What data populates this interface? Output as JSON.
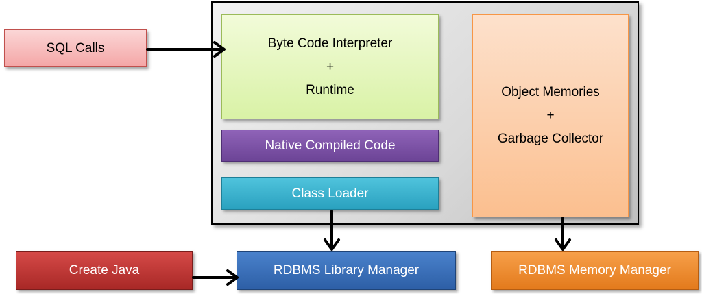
{
  "sql_calls": {
    "label": "SQL Calls"
  },
  "bytecode_box": {
    "line1": "Byte Code Interpreter",
    "line2": "+",
    "line3": "Runtime"
  },
  "native_compiled": {
    "label": "Native Compiled Code"
  },
  "class_loader": {
    "label": "Class Loader"
  },
  "object_memories": {
    "line1": "Object Memories",
    "line2": "+",
    "line3": "Garbage Collector"
  },
  "create_java": {
    "label": "Create Java"
  },
  "rdbms_library": {
    "label": "RDBMS Library Manager"
  },
  "rdbms_memory": {
    "label": "RDBMS Memory Manager"
  },
  "colors": {
    "sql_calls": "#f4a6a6",
    "bytecode": "#d9f2a6",
    "native": "#7b52a8",
    "class_loader": "#3bb3d0",
    "object_memories": "#fbbf8f",
    "create_java": "#c0393a",
    "rdbms_library": "#3a70ba",
    "rdbms_memory": "#f08a2c",
    "container": "#d9d9d9"
  }
}
